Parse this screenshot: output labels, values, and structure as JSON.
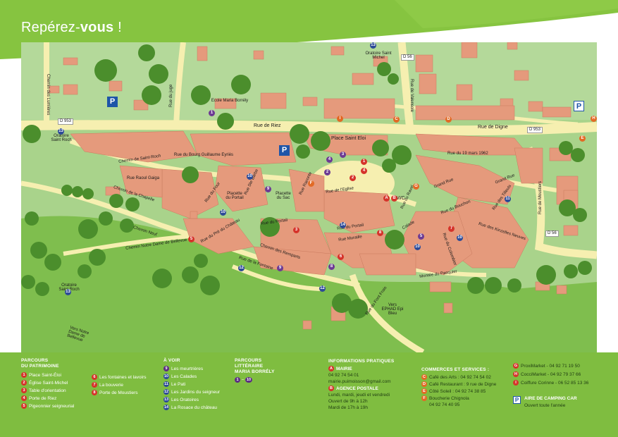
{
  "title": {
    "prefix": "Repérez-",
    "bold": "vous",
    "suffix": " !"
  },
  "colors": {
    "header_green": "#86c440",
    "footer_green": "#7fbd40",
    "road": "#f6efb0",
    "roof": "#e59a7c",
    "grass": "#a9d38b",
    "patrimoine": "#d5332a",
    "a_voir": "#2c4a97",
    "parcours": "#6d3b93"
  },
  "map": {
    "roads": {
      "d953_left": "D 953",
      "d953_right": "D 953",
      "d56_top": "D 56",
      "d56_bottom": "D 56",
      "rue_de_riez": "Rue de Riez",
      "rue_de_digne": "Rue de Digne",
      "rue_de_valensole": "Rue de Valensole",
      "rue_de_moustiers": "Rue de Moustiers",
      "chemin_des_lumieres": "Chemin des Lumières",
      "rue_du_juge": "Rue du juge",
      "rue_du_19_mars": "Rue du 19 mars 1962",
      "grand_rue_1": "Grand Rue",
      "grand_rue_2": "Grand Rue",
      "rue_du_bouchon": "Rue du Bouchon",
      "rue_des_tilleuls": "Rue des Tilleuls",
      "rue_des_kinzelles_neuves": "Rue des Kinzelles Neuves",
      "rue_du_four": "Rue du Four",
      "rue_du_bourg": "Rue du Bourg Guillaume Eyriès",
      "chemin_saint_roch": "Chemin de Saint-Roch",
      "rue_raoul_gaiga": "Rue Raoul Gaiga",
      "chemin_chapelle": "Chemin de la Chapelle",
      "chemin_neuf": "Chemin Neuf",
      "chemin_notre_dame": "Chemin Notre Dame de Bellevue",
      "rue_pre_chateau": "Rue du Pré du Château",
      "rue_fontaine": "Rue de la Fontaine",
      "chemin_remparts": "Chemin des Remparts",
      "rue_portail": "Rue du Portail",
      "rue_eglise": "Rue de l'Eglise",
      "rue_muraille": "Rue Muraille",
      "rue_du_portail2": "Rue du Portail",
      "rue_montee": "Montée du Pasquier",
      "rue_du_four2": "Rue du Four",
      "calade": "Calade",
      "rue_sainte_barbe": "Rue Ste Barbe",
      "rue_raconte": "Rue Raconte",
      "rue_font_frais": "Rue du Font Frais",
      "rue_du_col": "Rue du Colombier",
      "rue_ravel": "Rue du Ravel"
    },
    "places": {
      "ecole": "Ecole Maria Borrély",
      "place_saint_eloi": "Place Saint Eloi",
      "placette_portail": "Placette du Portail",
      "placette_sac": "Placette du Sac",
      "oratoire_saint_roch": "Oratoire Saint Roch",
      "oratoire_saint_michel": "Oratoire Saint Michel",
      "oratoire_saint_roch2": "Oratoire Saint Roch",
      "vers_notre_dame": "Vers Notre Dame de Bellevue",
      "vers_ephad": "Vers EPHAD Epi Bleu",
      "wc": "WC"
    },
    "markers": {
      "m1": "1",
      "m2": "2",
      "m3": "3",
      "m4": "4",
      "m5": "5",
      "m6": "6",
      "m7": "7",
      "m8": "8",
      "m9": "9",
      "m10": "10",
      "m11": "11",
      "m12": "12",
      "m13": "13",
      "m14": "14",
      "mA": "A",
      "mB": "B",
      "mC": "C",
      "mD": "D",
      "mE": "E",
      "mF": "F",
      "mG": "G",
      "mH": "H",
      "mI": "I",
      "parking": "P"
    }
  },
  "legend": {
    "patrimoine": {
      "title_1": "PARCOURS",
      "title_2": "DU PATRIMOINE",
      "items": [
        {
          "n": "1",
          "label": "Place Saint-Éloi"
        },
        {
          "n": "2",
          "label": "Église Saint-Michel"
        },
        {
          "n": "3",
          "label": "Table d'orientation"
        },
        {
          "n": "4",
          "label": "Porte de Riez"
        },
        {
          "n": "5",
          "label": "Pigeonnier seigneurial"
        }
      ],
      "items_b": [
        {
          "n": "6",
          "label": "Les fontaines et lavoirs"
        },
        {
          "n": "7",
          "label": "La bouverie"
        },
        {
          "n": "8",
          "label": "Porte de Moustiers"
        }
      ]
    },
    "a_voir": {
      "title": "À VOIR",
      "items": [
        {
          "n": "9",
          "label": "Les meurtrières"
        },
        {
          "n": "10",
          "label": "Les Calades"
        },
        {
          "n": "11",
          "label": "Le Pati"
        },
        {
          "n": "12",
          "label": "Les Jardins du seigneur"
        },
        {
          "n": "13",
          "label": "Les Oratoires"
        },
        {
          "n": "14",
          "label": "La Rosace du château"
        }
      ]
    },
    "parcours_litteraire": {
      "title_1": "PARCOURS",
      "title_2": "LITTÉRAIRE",
      "title_3": "MARIA BORRÉLY",
      "n1": "1",
      "n2": "10"
    },
    "informations": {
      "title": "INFORMATIONS PRATIQUES",
      "mairie_mark": "A",
      "mairie": "MAIRIE",
      "mairie_tel": "04 92 74 54 01",
      "mairie_mail": "mairie.puimoisson@gmail.com",
      "agence_mark": "B",
      "agence": "AGENCE POSTALE",
      "agence_1": "Lundi, mardi, jeudi et vendredi",
      "agence_2": "Ouvert de 9h à 12h",
      "agence_3": "Mardi de 17h à 19h"
    },
    "commerces": {
      "title": "COMMERCES ET SERVICES :",
      "items": [
        {
          "n": "C",
          "label": "Café des Arts : 04 92 74 54 02"
        },
        {
          "n": "D",
          "label": "Café Restaurant : 9 rue de Digne"
        },
        {
          "n": "E",
          "label": "Côté Soleil : 04 92 74 38 85"
        },
        {
          "n": "F",
          "label": "Boucherie Chignola"
        }
      ],
      "f_tel": "04 92 74 40 95"
    },
    "commerces_2": {
      "items": [
        {
          "n": "G",
          "label": "ProxiMarket - 04 92 71 19 50"
        },
        {
          "n": "H",
          "label": "CocciMarket - 04 92 79 37 66"
        },
        {
          "n": "I",
          "label": "Coiffure Corinne - 06 52 85 13 36"
        }
      ]
    },
    "camping": {
      "icon": "P",
      "title": "AIRE DE CAMPING CAR",
      "sub": "Ouvert toute l'année"
    }
  }
}
